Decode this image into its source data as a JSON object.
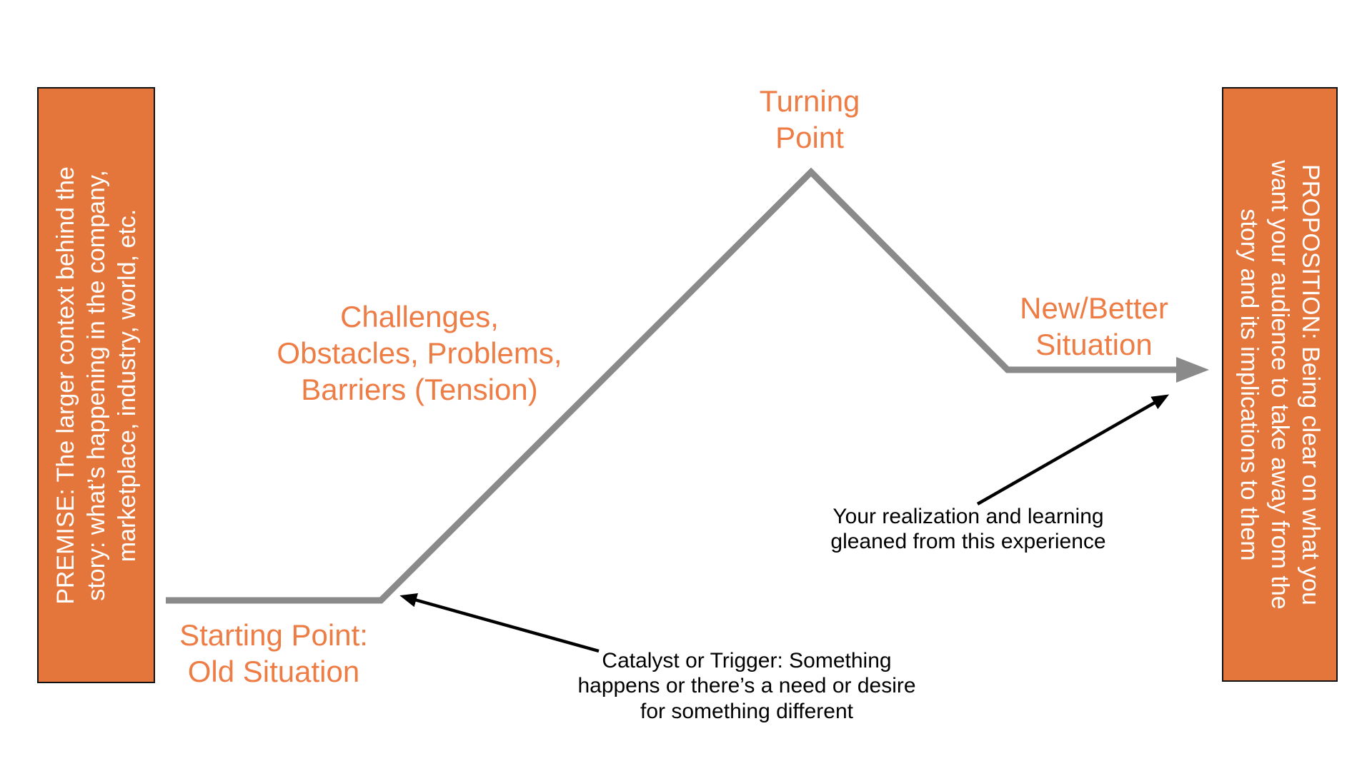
{
  "diagram": {
    "type": "story-arc",
    "colors": {
      "bar_fill": "#E4763C",
      "bar_border": "#111111",
      "bar_text": "#FFFFFF",
      "label_orange": "#EE7C45",
      "arc_line_gray": "#8A8A8A",
      "annotation_black": "#000000",
      "background": "#FFFFFF"
    },
    "left_bar": {
      "text": "PREMISE: The larger context behind the\nstory: what’s happening in the company,\nmarketplace, industry, world, etc."
    },
    "right_bar": {
      "text": "PROPOSITION: Being clear on what you\nwant your audience to take away from the\nstory and its implications to them"
    },
    "stages": {
      "turning_point": "Turning\nPoint",
      "challenges": "Challenges,\nObstacles, Problems,\nBarriers (Tension)",
      "new_better": "New/Better\nSituation",
      "starting_point": "Starting Point:\nOld Situation"
    },
    "annotations": {
      "catalyst": "Catalyst or Trigger: Something\nhappens or there’s a need or desire\nfor something different",
      "realization": "Your realization and learning\ngleaned from this experience"
    }
  }
}
